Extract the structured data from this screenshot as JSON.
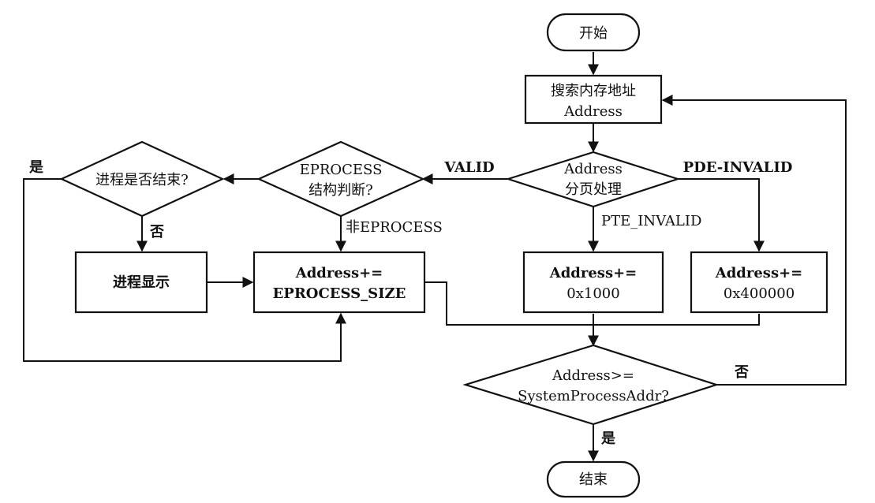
{
  "nodes": {
    "start": {
      "line1": "开始"
    },
    "search": {
      "line1": "搜索内存地址",
      "line2": "Address"
    },
    "paging": {
      "line1": "Address",
      "line2": "分页处理"
    },
    "eprocess_check": {
      "line1": "EPROCESS",
      "line2": "结构判断?"
    },
    "process_end_check": {
      "line1": "进程是否结束?"
    },
    "process_display": {
      "line1": "进程显示"
    },
    "add_eprocess_size": {
      "line1": "Address+=",
      "line2": "EPROCESS_SIZE"
    },
    "add_1000": {
      "line1": "Address+=",
      "line2": "0x1000"
    },
    "add_400000": {
      "line1": "Address+=",
      "line2": "0x400000"
    },
    "compare": {
      "line1": "Address>=",
      "line2": "SystemProcessAddr?"
    },
    "end": {
      "line1": "结束"
    }
  },
  "edge_labels": {
    "valid": "VALID",
    "pde_invalid": "PDE-INVALID",
    "pte_invalid": "PTE_INVALID",
    "non_eprocess": "非EPROCESS",
    "yes_left": "是",
    "no_process": "否",
    "no_loop": "否",
    "yes_end": "是"
  }
}
